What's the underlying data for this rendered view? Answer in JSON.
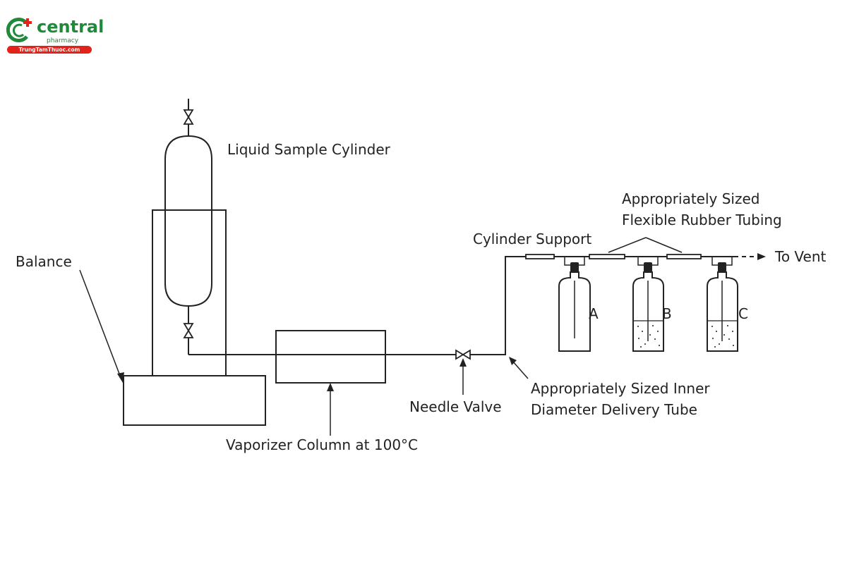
{
  "logo": {
    "brand": "central",
    "sub": "pharmacy",
    "ribbon": "TrungTamThuoc.com"
  },
  "labels": {
    "liquid_sample_cylinder": "Liquid Sample Cylinder",
    "balance": "Balance",
    "vaporizer_column": "Vaporizer Column at 100°C",
    "needle_valve": "Needle Valve",
    "delivery_tube_line1": "Appropriately Sized Inner",
    "delivery_tube_line2": "Diameter Delivery Tube",
    "cylinder_support": "Cylinder Support",
    "rubber_tubing_line1": "Appropriately Sized",
    "rubber_tubing_line2": "Flexible Rubber Tubing",
    "to_vent": "To Vent",
    "bottle_a": "A",
    "bottle_b": "B",
    "bottle_c": "C"
  }
}
